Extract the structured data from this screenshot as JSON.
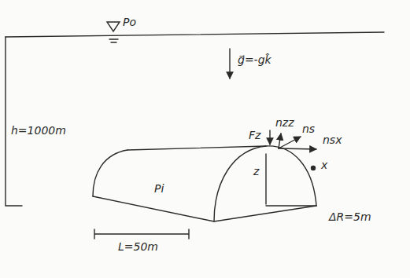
{
  "diagram": {
    "labels": [
      "Po",
      "h=1000m",
      "g⃗=-gk̂",
      "Fz",
      "z",
      "nzz",
      "ns",
      "nsx",
      "x",
      "Pi",
      "ΔR=5m",
      "L=50m"
    ]
  }
}
